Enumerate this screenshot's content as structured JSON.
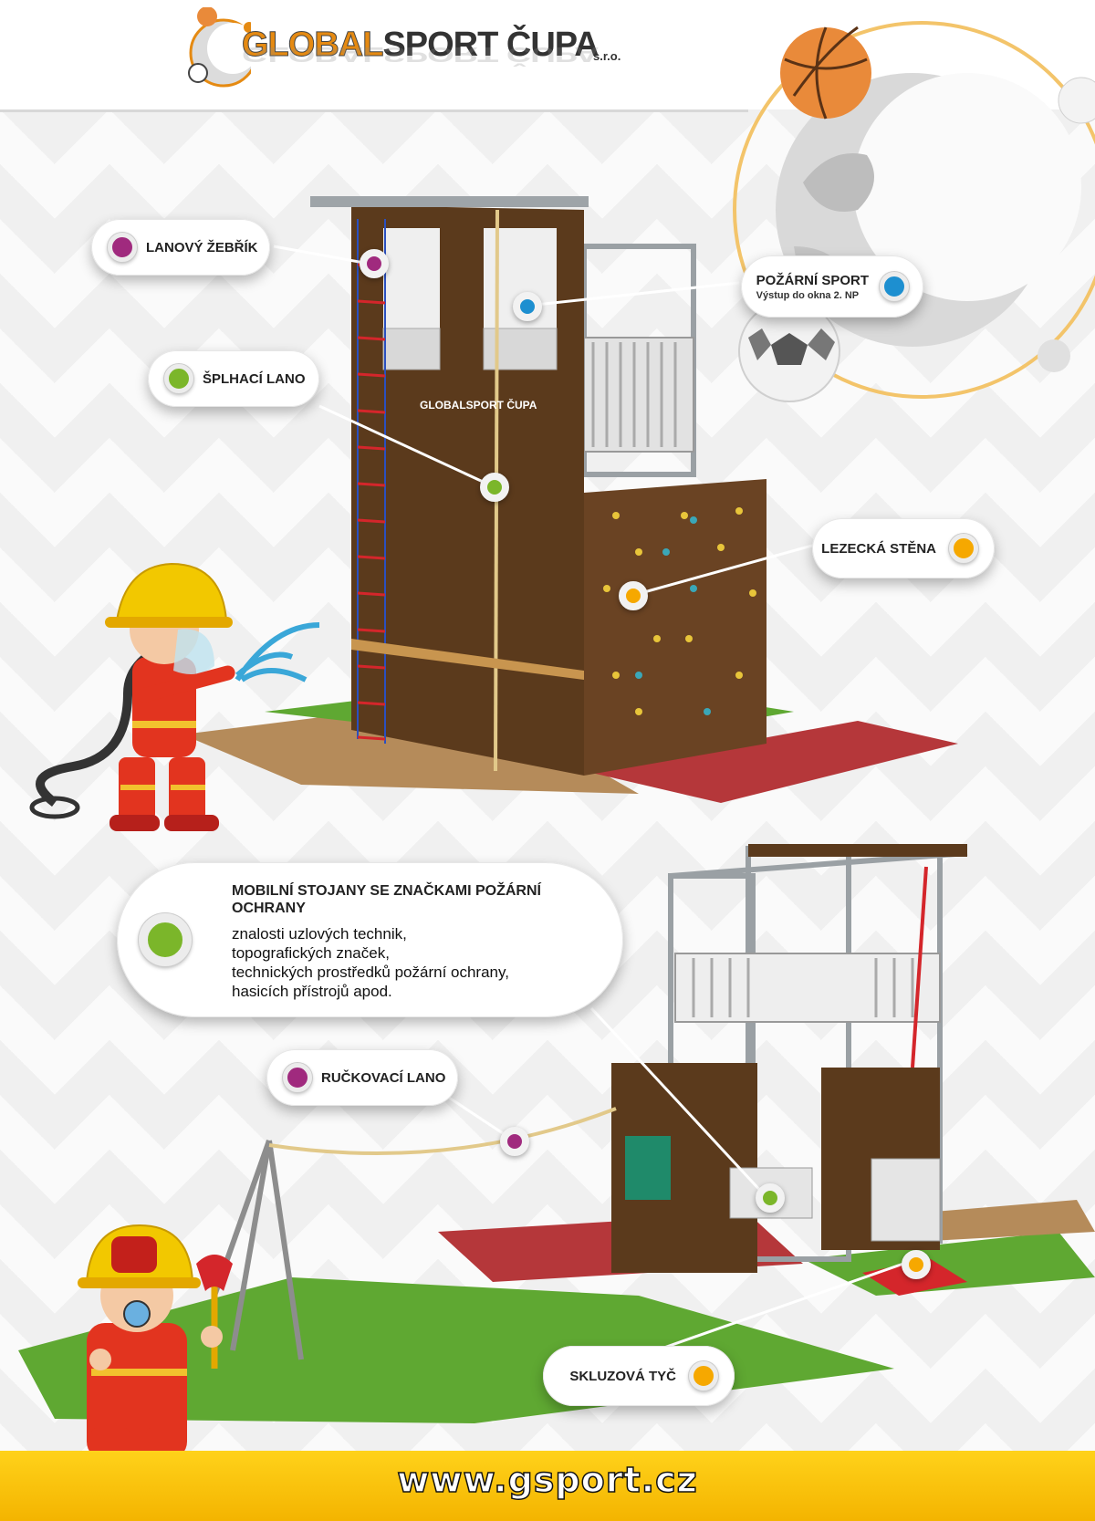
{
  "logo": {
    "brand_part1": "GLOBAL",
    "brand_part2": "SPORT ČUPA",
    "suffix": "s.r.o."
  },
  "tower_brand": "GLOBALSPORT ČUPA",
  "callouts": {
    "rope_ladder": {
      "label": "LANOVÝ ŽEBŘÍK",
      "color": "#a02a7e"
    },
    "fire_sport": {
      "label": "POŽÁRNÍ SPORT",
      "sublabel": "Výstup do okna 2. NP",
      "color": "#1d8fd0"
    },
    "climbing_rope": {
      "label": "ŠPLHACÍ LANO",
      "color": "#7bb62a"
    },
    "climbing_wall": {
      "label": "LEZECKÁ STĚNA",
      "color": "#f6a800"
    },
    "mobile_stands": {
      "title": "MOBILNÍ STOJANY SE ZNAČKAMI POŽÁRNÍ OCHRANY",
      "lines": [
        "znalosti uzlových technik,",
        "topografických značek,",
        "technických prostředků požární ochrany,",
        "hasicích přístrojů apod."
      ],
      "color": "#7bb62a"
    },
    "hand_rope": {
      "label": "RUČKOVACÍ LANO",
      "color": "#a02a7e"
    },
    "slide_pole": {
      "label": "SKLUZOVÁ TYČ",
      "color": "#f6a800"
    }
  },
  "footer": {
    "url": "www.gsport.cz"
  }
}
